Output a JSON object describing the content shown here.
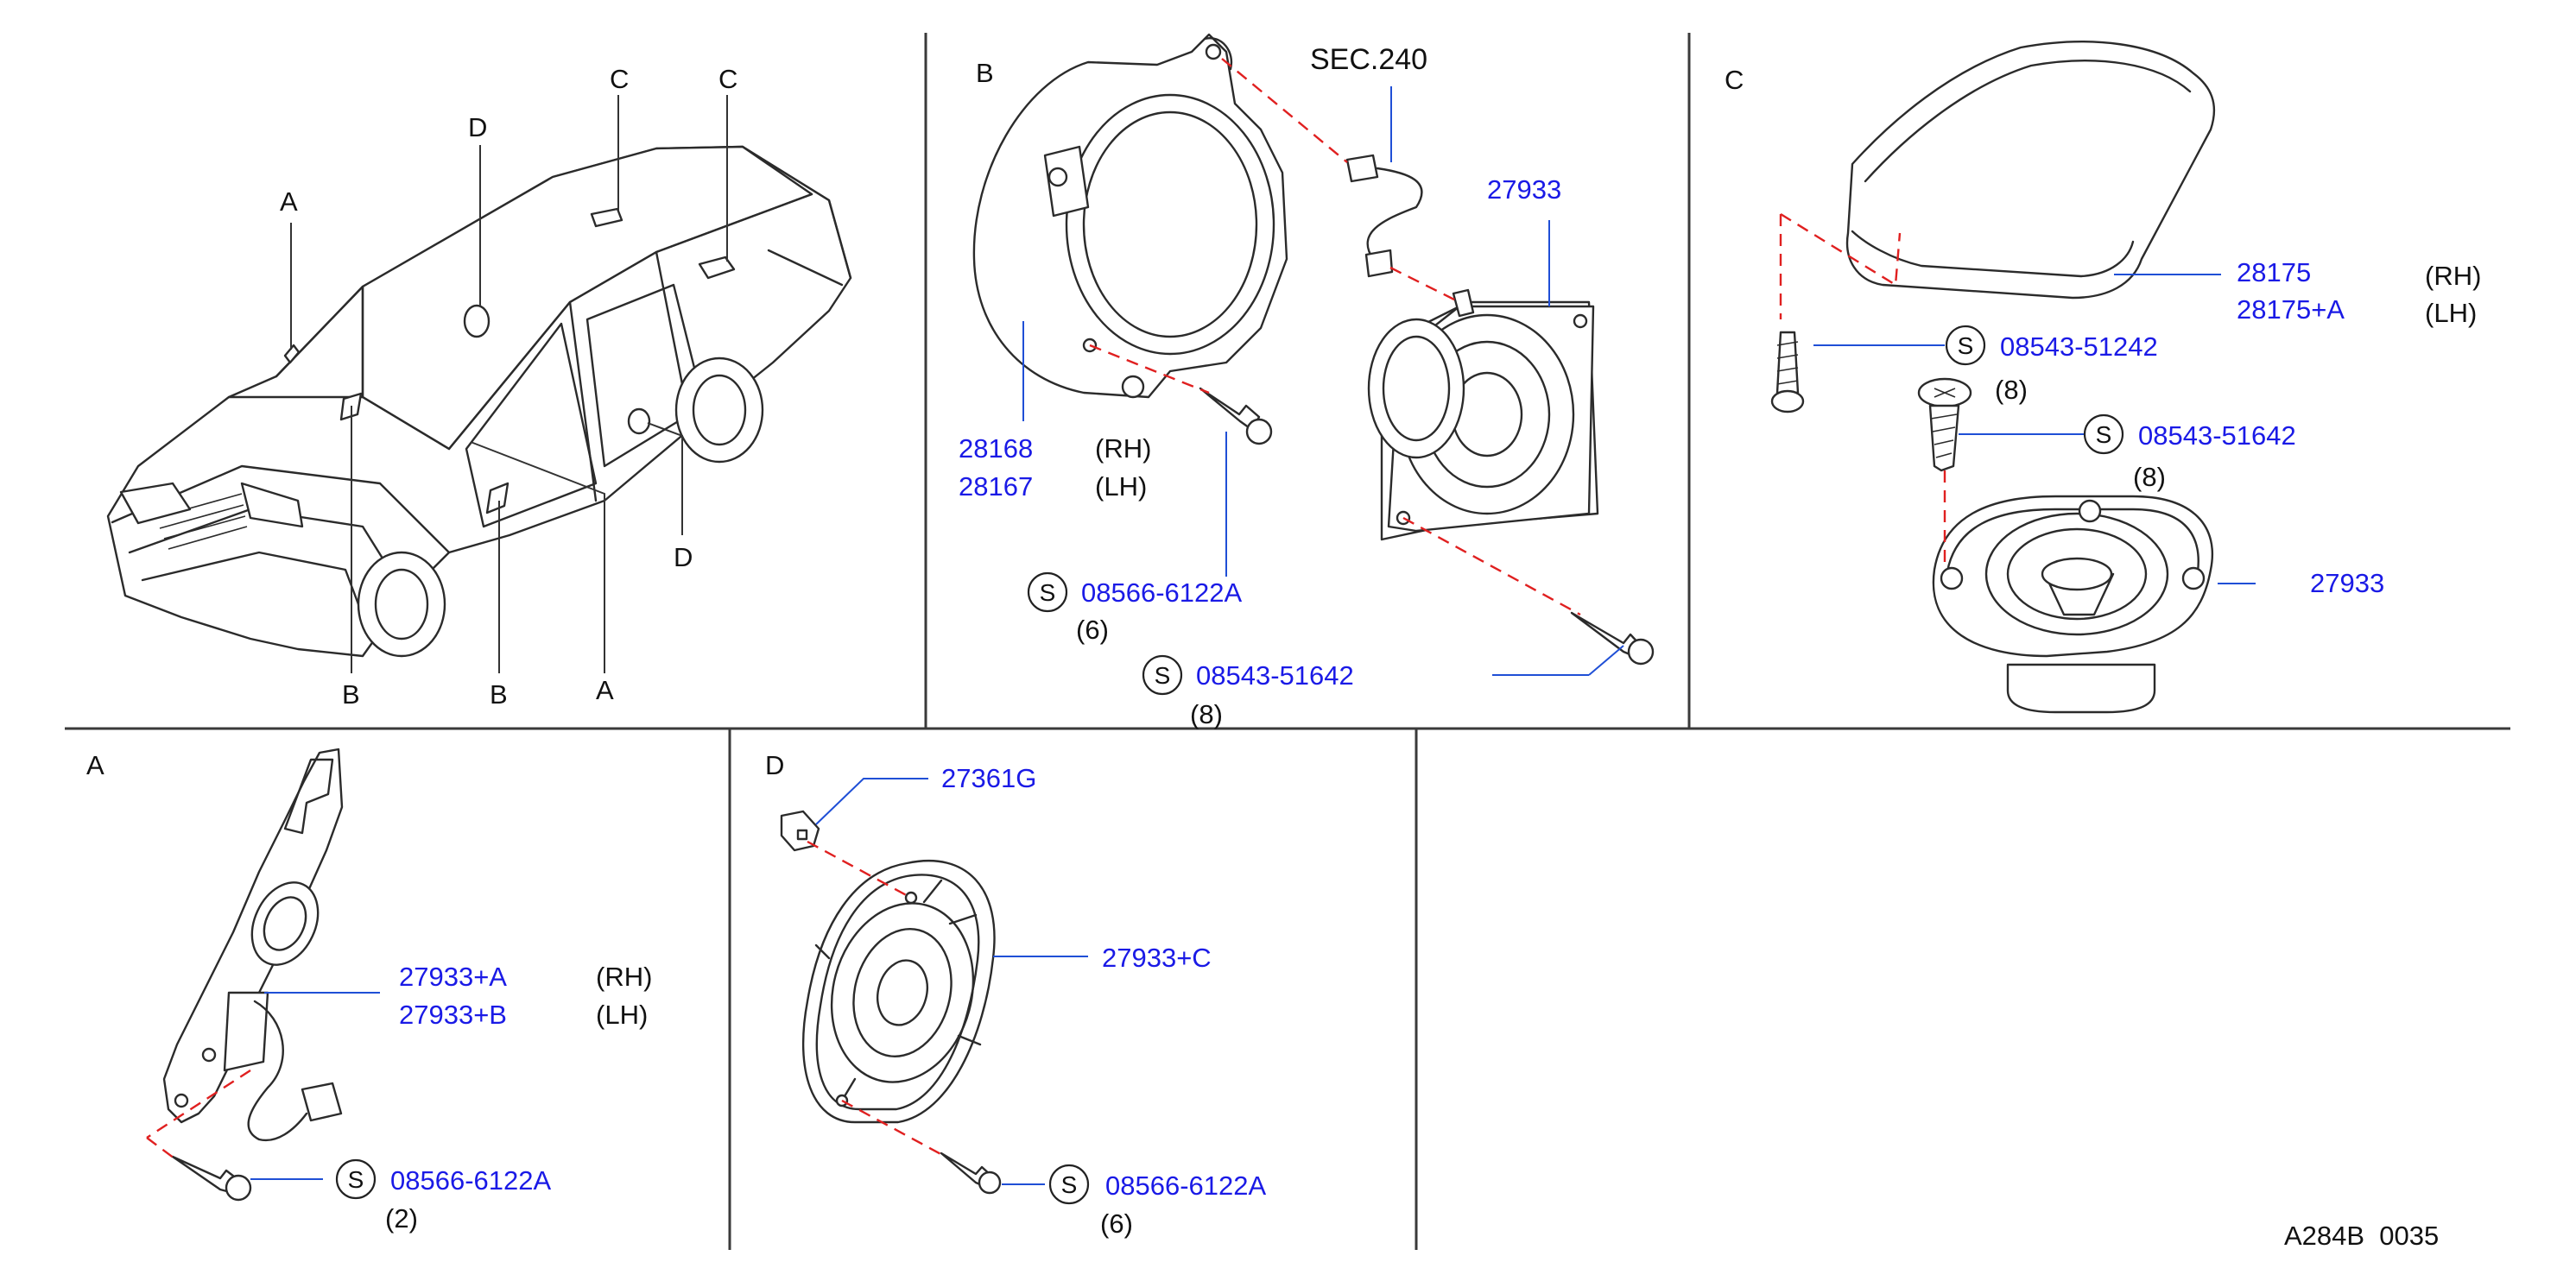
{
  "panels": {
    "car": {
      "callouts": [
        "A",
        "B",
        "B",
        "A",
        "C",
        "C",
        "D",
        "D"
      ]
    },
    "B": {
      "letter": "B",
      "sec_ref": "SEC.240",
      "bracket_rh": "28168",
      "bracket_lh": "28167",
      "rh": "(RH)",
      "lh": "(LH)",
      "speaker": "27933",
      "screw1": {
        "symbol": "S",
        "part": "08566-6122A",
        "qty": "(6)"
      },
      "screw2": {
        "symbol": "S",
        "part": "08543-51642",
        "qty": "(8)"
      }
    },
    "C": {
      "letter": "C",
      "cover_rh": "28175",
      "cover_lh": "28175+A",
      "rh": "(RH)",
      "lh": "(LH)",
      "screw1": {
        "symbol": "S",
        "part": "08543-51242",
        "qty": "(8)"
      },
      "screw2": {
        "symbol": "S",
        "part": "08543-51642",
        "qty": "(8)"
      },
      "speaker": "27933"
    },
    "A": {
      "letter": "A",
      "tweeter_rh": "27933+A",
      "tweeter_lh": "27933+B",
      "rh": "(RH)",
      "lh": "(LH)",
      "screw": {
        "symbol": "S",
        "part": "08566-6122A",
        "qty": "(2)"
      }
    },
    "D": {
      "letter": "D",
      "clip": "27361G",
      "speaker": "27933+C",
      "screw": {
        "symbol": "S",
        "part": "08566-6122A",
        "qty": "(6)"
      }
    }
  },
  "footer_code": "A284B  0035",
  "colors": {
    "part_number": "#1a1ae6",
    "dashed_line": "#e02020",
    "frame": "#3a3a3a"
  }
}
